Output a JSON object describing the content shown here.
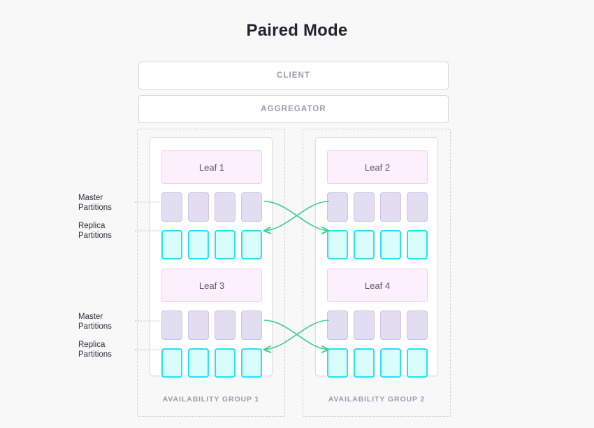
{
  "title": "Paired Mode",
  "nodes": {
    "client": "CLIENT",
    "aggregator": "AGGREGATOR"
  },
  "annotations": [
    {
      "line1": "Master",
      "line2": "Partitions"
    },
    {
      "line1": "Replica",
      "line2": "Partitions"
    },
    {
      "line1": "Master",
      "line2": "Partitions"
    },
    {
      "line1": "Replica",
      "line2": "Partitions"
    }
  ],
  "groups": [
    {
      "label": "AVAILABILITY GROUP 1",
      "leaves": [
        {
          "name": "Leaf 1",
          "master_partitions": 4,
          "replica_partitions": 4
        },
        {
          "name": "Leaf 3",
          "master_partitions": 4,
          "replica_partitions": 4
        }
      ]
    },
    {
      "label": "AVAILABILITY GROUP 2",
      "leaves": [
        {
          "name": "Leaf 2",
          "master_partitions": 4,
          "replica_partitions": 4
        },
        {
          "name": "Leaf 4",
          "master_partitions": 4,
          "replica_partitions": 4
        }
      ]
    }
  ],
  "colors": {
    "background": "#f8f8f9",
    "title_text": "#24242b",
    "muted_text": "#9a9aae",
    "leaf_fill": "#fbf0fb",
    "leaf_border": "#f4cdf0",
    "master_fill": "#e3ddf2",
    "master_border": "#cbc2e8",
    "replica_fill": "#d9fdfb",
    "replica_border": "#22e2f5",
    "arrow": "#3ecf8e",
    "dotted_border": "#c9c9d2"
  }
}
